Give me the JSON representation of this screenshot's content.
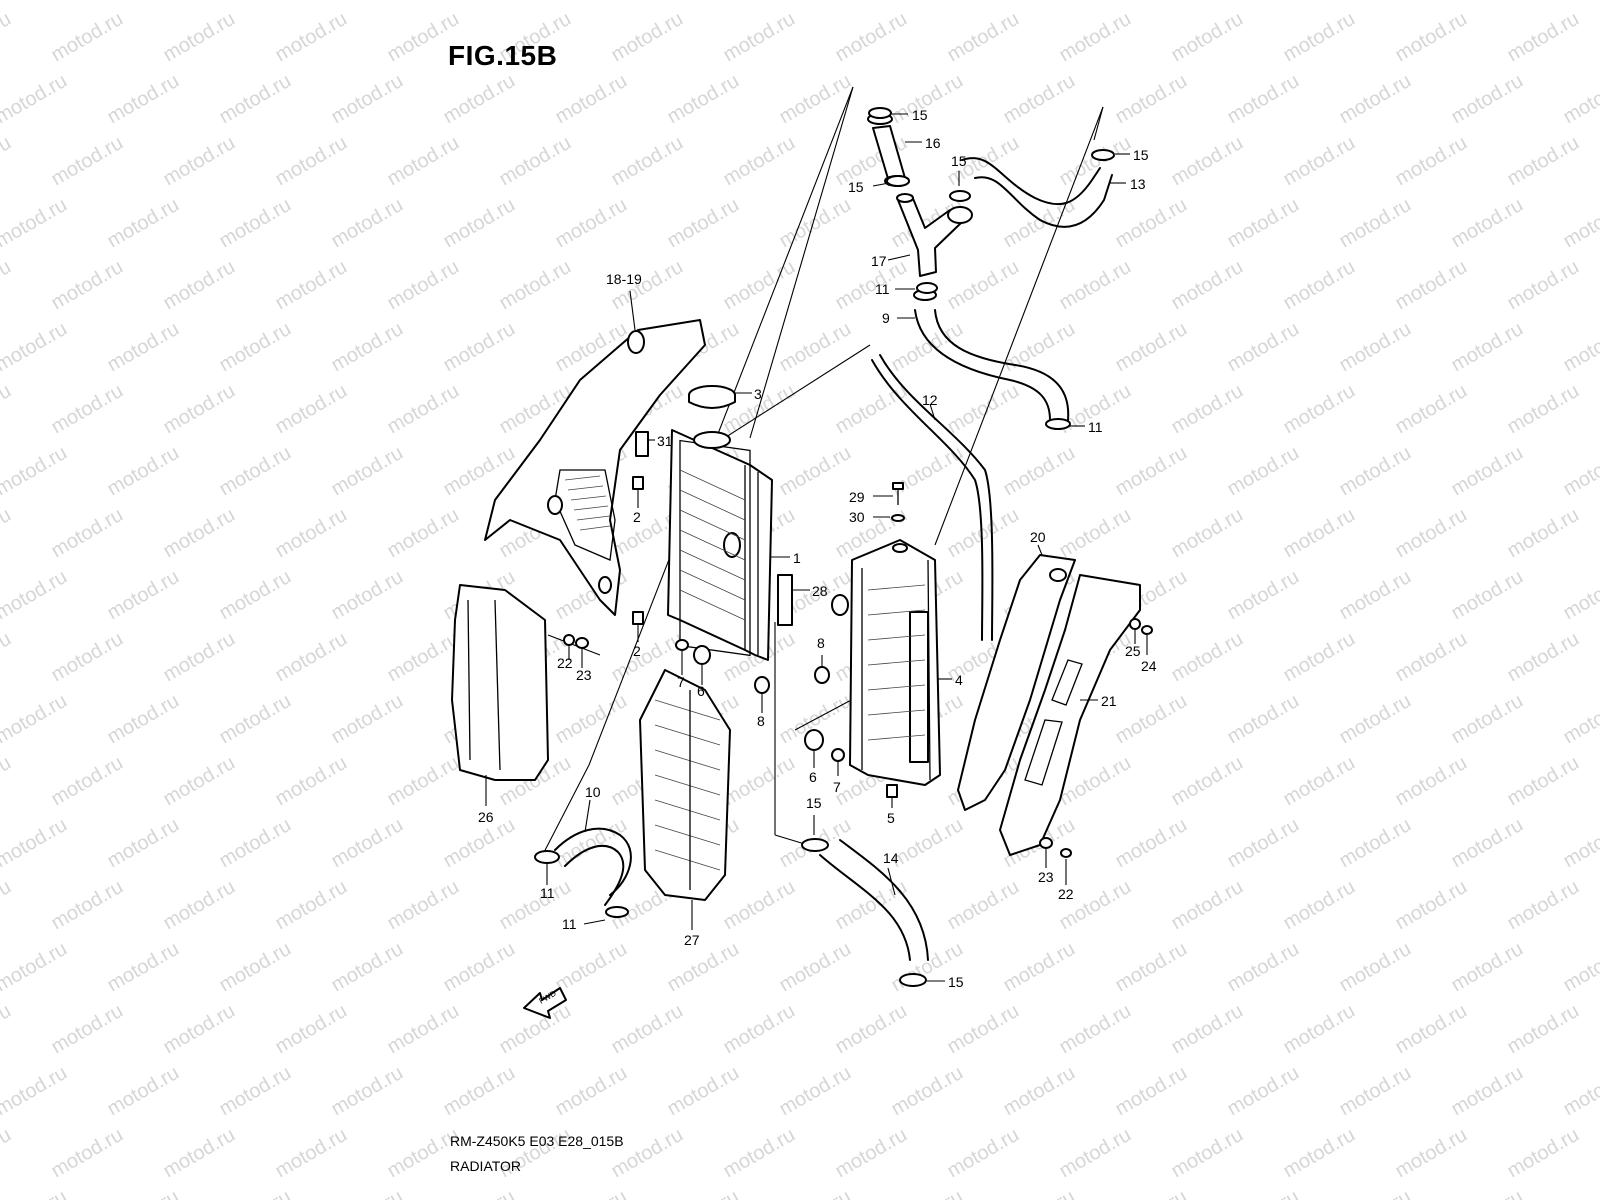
{
  "figure": {
    "title": "FIG.15B",
    "model_code": "RM-Z450K5 E03 E28_015B",
    "assembly_name": "RADIATOR",
    "watermark_text": "motod.ru",
    "fwd_label": "FWD"
  },
  "callouts": [
    {
      "id": "c15a",
      "label": "15"
    },
    {
      "id": "c16",
      "label": "16"
    },
    {
      "id": "c15b",
      "label": "15"
    },
    {
      "id": "c15c",
      "label": "15"
    },
    {
      "id": "c15d",
      "label": "15"
    },
    {
      "id": "c13",
      "label": "13"
    },
    {
      "id": "c17",
      "label": "17"
    },
    {
      "id": "c11a",
      "label": "11"
    },
    {
      "id": "c9",
      "label": "9"
    },
    {
      "id": "c1819",
      "label": "18-19"
    },
    {
      "id": "c3",
      "label": "3"
    },
    {
      "id": "c12",
      "label": "12"
    },
    {
      "id": "c11b",
      "label": "11"
    },
    {
      "id": "c31",
      "label": "31"
    },
    {
      "id": "c2a",
      "label": "2"
    },
    {
      "id": "c29",
      "label": "29"
    },
    {
      "id": "c30",
      "label": "30"
    },
    {
      "id": "c1",
      "label": "1"
    },
    {
      "id": "c20",
      "label": "20"
    },
    {
      "id": "c28",
      "label": "28"
    },
    {
      "id": "c2b",
      "label": "2"
    },
    {
      "id": "c22a",
      "label": "22"
    },
    {
      "id": "c23a",
      "label": "23"
    },
    {
      "id": "c7a",
      "label": "7"
    },
    {
      "id": "c6a",
      "label": "6"
    },
    {
      "id": "c8a",
      "label": "8"
    },
    {
      "id": "c8b",
      "label": "8"
    },
    {
      "id": "c4",
      "label": "4"
    },
    {
      "id": "c25",
      "label": "25"
    },
    {
      "id": "c24",
      "label": "24"
    },
    {
      "id": "c21",
      "label": "21"
    },
    {
      "id": "c6b",
      "label": "6"
    },
    {
      "id": "c7b",
      "label": "7"
    },
    {
      "id": "c5",
      "label": "5"
    },
    {
      "id": "c26",
      "label": "26"
    },
    {
      "id": "c10",
      "label": "10"
    },
    {
      "id": "c15e",
      "label": "15"
    },
    {
      "id": "c14",
      "label": "14"
    },
    {
      "id": "c11c",
      "label": "11"
    },
    {
      "id": "c23b",
      "label": "23"
    },
    {
      "id": "c22b",
      "label": "22"
    },
    {
      "id": "c11d",
      "label": "11"
    },
    {
      "id": "c27",
      "label": "27"
    },
    {
      "id": "c15f",
      "label": "15"
    }
  ]
}
